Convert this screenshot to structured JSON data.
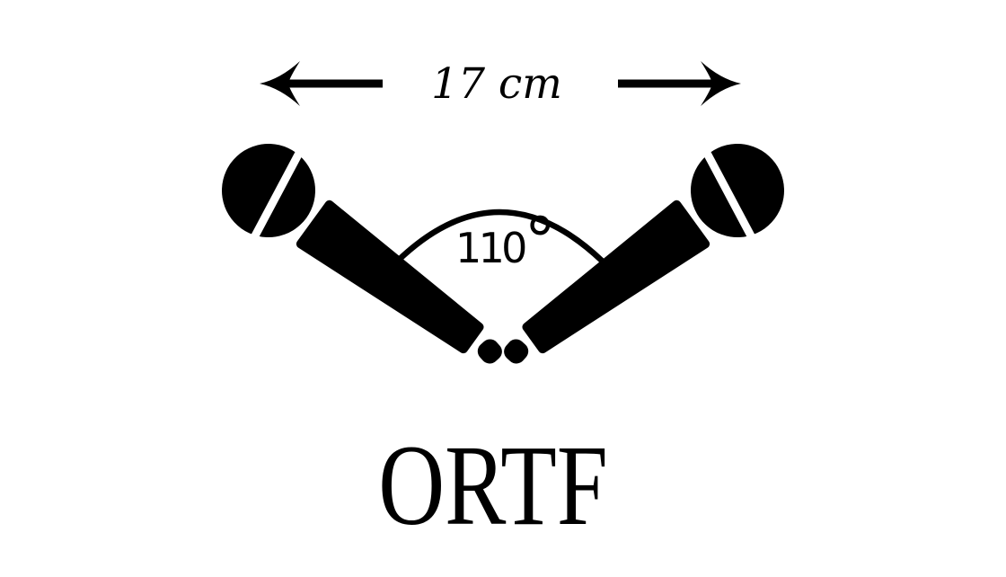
{
  "colors": {
    "background": "#ffffff",
    "ink": "#000000"
  },
  "icons": {
    "left_microphone": "microphone-icon",
    "right_microphone": "microphone-icon",
    "left_arrow": "arrow-left-icon",
    "right_arrow": "arrow-right-icon",
    "angle_arc": "arc-icon"
  },
  "diagram": {
    "spacing_label": "17 cm",
    "angle": {
      "value": "110",
      "symbol": "°"
    },
    "title": "ORTF"
  }
}
